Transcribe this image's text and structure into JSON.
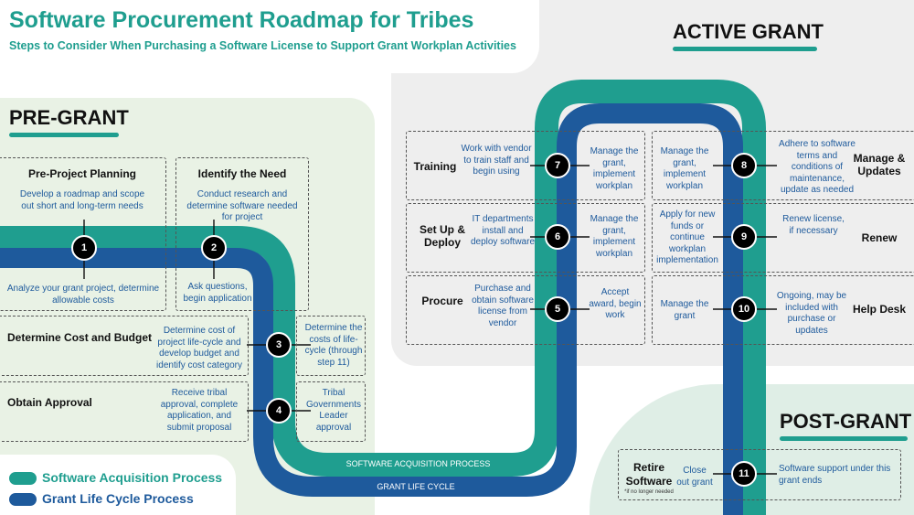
{
  "header": {
    "title": "Software Procurement Roadmap for Tribes",
    "subtitle": "Steps to Consider When Purchasing a Software License to Support Grant Workplan Activities"
  },
  "sections": {
    "pre_grant": "PRE-GRANT",
    "active_grant": "ACTIVE GRANT",
    "post_grant": "POST-GRANT"
  },
  "pipes": {
    "software_acquisition": "SOFTWARE ACQUISITION PROCESS",
    "grant_life_cycle": "GRANT LIFE CYCLE"
  },
  "legend": {
    "software_acquisition": "Software Acquisition Process",
    "grant_life_cycle": "Grant Life Cycle Process"
  },
  "colors": {
    "teal": "#1f9e8f",
    "blue": "#1e5a9c",
    "pre_grant_bg": "#e9f2e5",
    "active_grant_bg": "#eeeeee",
    "post_grant_bg": "#dfeee6"
  },
  "pre_grant": {
    "pre_project_planning": {
      "title": "Pre-Project Planning",
      "top_text": "Develop a roadmap and scope out short and long-term needs",
      "bottom_text": "Analyze your grant project, determine allowable costs"
    },
    "identify_need": {
      "title": "Identify the Need",
      "top_text": "Conduct research and determine software needed for project",
      "bottom_text": "Ask questions, begin application"
    },
    "cost_budget": {
      "title": "Determine Cost and Budget",
      "left_text": "Determine cost of project life-cycle and develop budget and identify cost category",
      "right_text": "Determine the costs of life-cycle (through step 11)"
    },
    "approval": {
      "title": "Obtain Approval",
      "left_text": "Receive tribal approval, complete application, and submit proposal",
      "right_text": "Tribal Governments Leader approval"
    }
  },
  "active_grant": {
    "training": {
      "title": "Training",
      "left_text": "Work with vendor to train staff and begin using",
      "right_text": "Manage the grant, implement workplan"
    },
    "setup": {
      "title": "Set Up & Deploy",
      "left_text": "IT departments install and deploy software",
      "right_text": "Manage the grant, implement workplan"
    },
    "procure": {
      "title": "Procure",
      "left_text": "Purchase and obtain software license from vendor",
      "right_text": "Accept award, begin work"
    },
    "manage": {
      "title": "Manage & Updates",
      "left_text": "Manage the grant, implement workplan",
      "right_text": "Adhere to software terms and conditions of maintenance, update as needed"
    },
    "renew": {
      "title": "Renew",
      "left_text": "Apply for new funds or continue workplan implementation",
      "right_text": "Renew license, if necessary"
    },
    "help_desk": {
      "title": "Help Desk",
      "left_text": "Manage the grant",
      "right_text": "Ongoing, may be included with purchase or updates"
    }
  },
  "post_grant": {
    "retire": {
      "title": "Retire Software",
      "note": "*if no longer needed",
      "left_text": "Close out grant",
      "right_text": "Software support under this grant ends"
    }
  },
  "steps": [
    "1",
    "2",
    "3",
    "4",
    "5",
    "6",
    "7",
    "8",
    "9",
    "10",
    "11"
  ]
}
